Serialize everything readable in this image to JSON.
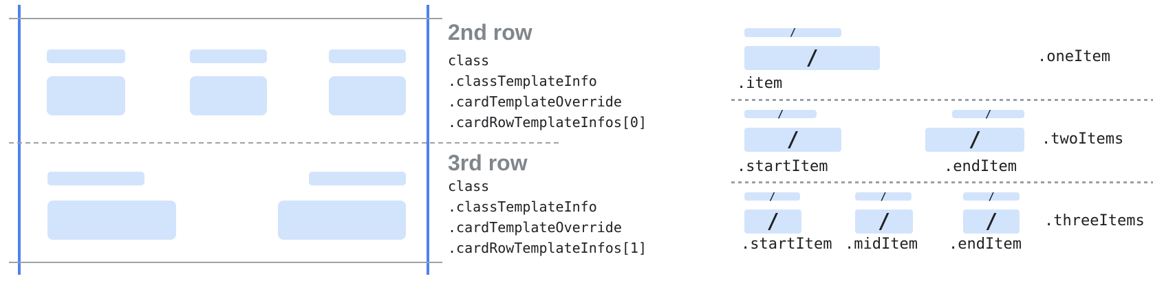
{
  "headings": {
    "row2": "2nd row",
    "row3": "3rd row"
  },
  "code": {
    "row2": [
      "class",
      ".classTemplateInfo",
      ".cardTemplateOverride",
      ".cardRowTemplateInfos[0]"
    ],
    "row3": [
      "class",
      ".classTemplateInfo",
      ".cardTemplateOverride",
      ".cardRowTemplateInfos[1]"
    ]
  },
  "layouts": {
    "one": {
      "label": ".oneItem",
      "item_labels": [
        ".item"
      ]
    },
    "two": {
      "label": ".twoItems",
      "item_labels": [
        ".startItem",
        ".endItem"
      ]
    },
    "three": {
      "label": ".threeItems",
      "item_labels": [
        ".startItem",
        ".midItem",
        ".endItem"
      ]
    }
  },
  "glyphs": {
    "slash": "/"
  },
  "colors": {
    "placeholder_blue": "#d2e3fc",
    "guide_blue": "#4d82ee",
    "line_gray": "#9aa0a6",
    "heading_gray": "#80868b",
    "text_dark": "#202124"
  }
}
